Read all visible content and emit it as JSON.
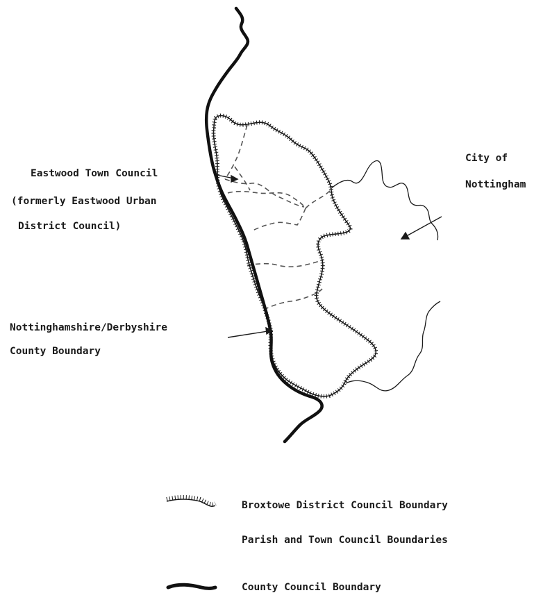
{
  "map": {
    "labels": {
      "eastwood_line1": "Eastwood Town Council",
      "eastwood_line2": "(formerly Eastwood Urban",
      "eastwood_line3": "District Council)",
      "county_line1": "Nottinghamshire/Derbyshire",
      "county_line2": "County Boundary",
      "city_line1": "City of",
      "city_line2": "Nottingham"
    }
  },
  "legend": {
    "broxtowe": "Broxtowe District Council Boundary",
    "parish": "Parish and Town Council Boundaries",
    "county": "County Council Boundary"
  },
  "colors": {
    "ink": "#1a1a1a",
    "paper": "#ffffff"
  }
}
